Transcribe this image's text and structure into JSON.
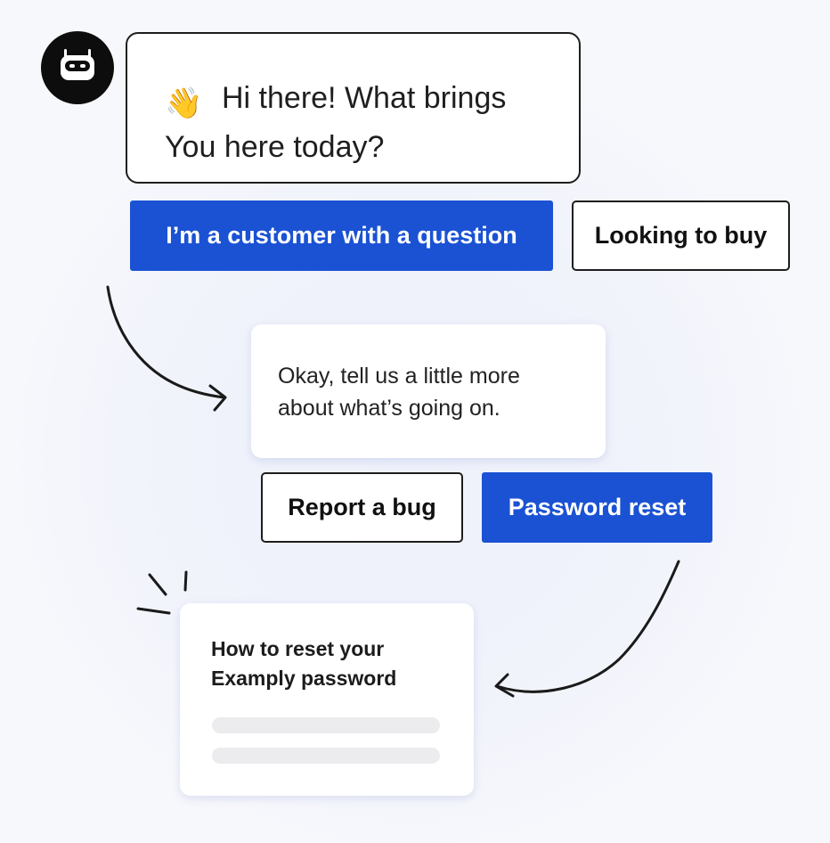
{
  "greeting": {
    "emoji": "👋",
    "emoji_icon": "waving-hand-icon",
    "line1": "Hi there! What brings",
    "line2": "You here today?"
  },
  "avatar_icon": "robot-icon",
  "choices_first": [
    {
      "label": "I’m a customer with a question",
      "style": "primary"
    },
    {
      "label": "Looking to buy",
      "style": "outline"
    }
  ],
  "followup": {
    "line1": "Okay, tell us a little more",
    "line2": "about what’s going on."
  },
  "choices_second": [
    {
      "label": "Report a bug",
      "style": "outline"
    },
    {
      "label": "Password reset",
      "style": "primary"
    }
  ],
  "article": {
    "title_line1": "How to reset your",
    "title_line2": "Examply password"
  },
  "colors": {
    "primary": "#1a52d3",
    "ink": "#1e1e1e",
    "background": "#f7f8fc"
  }
}
